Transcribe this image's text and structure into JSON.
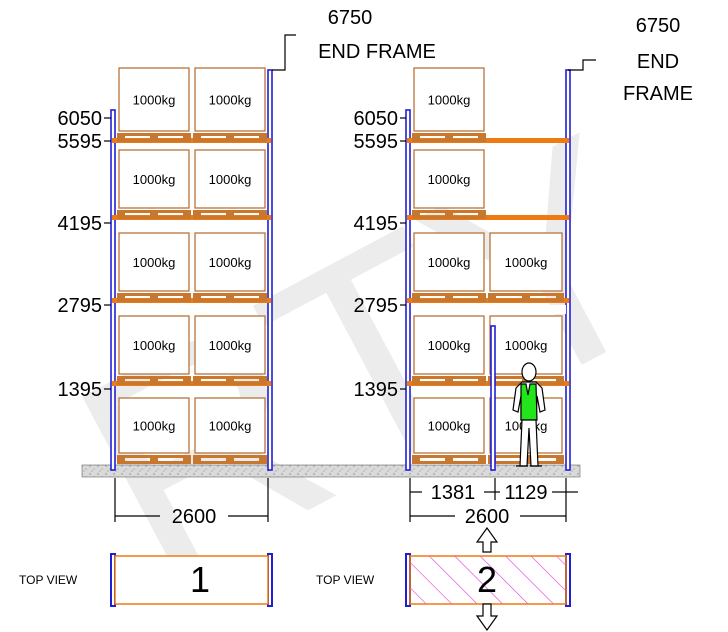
{
  "rack1": {
    "levels": [
      "6050",
      "5595",
      "4195",
      "2795",
      "1395"
    ],
    "top_height": "6750",
    "top_label": "END FRAME",
    "bay_width": "2600",
    "pallet_load": "1000kg",
    "top_view_label": "TOP VIEW",
    "top_view_number": "1"
  },
  "rack2": {
    "levels": [
      "6050",
      "5595",
      "4195",
      "2795",
      "1395"
    ],
    "top_height": "6750",
    "top_label_line1": "END",
    "top_label_line2": "FRAME",
    "bay_width": "2600",
    "split_left": "1381",
    "split_right": "1129",
    "pallet_load": "1000kg",
    "top_view_label": "TOP VIEW",
    "top_view_number": "2"
  },
  "watermark": "RTY",
  "colors": {
    "upright": "#1f1fd6",
    "beam": "#f07a12",
    "pallet": "#c8772e",
    "load_box": "#b8743a",
    "hatch": "#e040e0",
    "vest": "#22e51c",
    "floor": "#d8d8d8"
  }
}
